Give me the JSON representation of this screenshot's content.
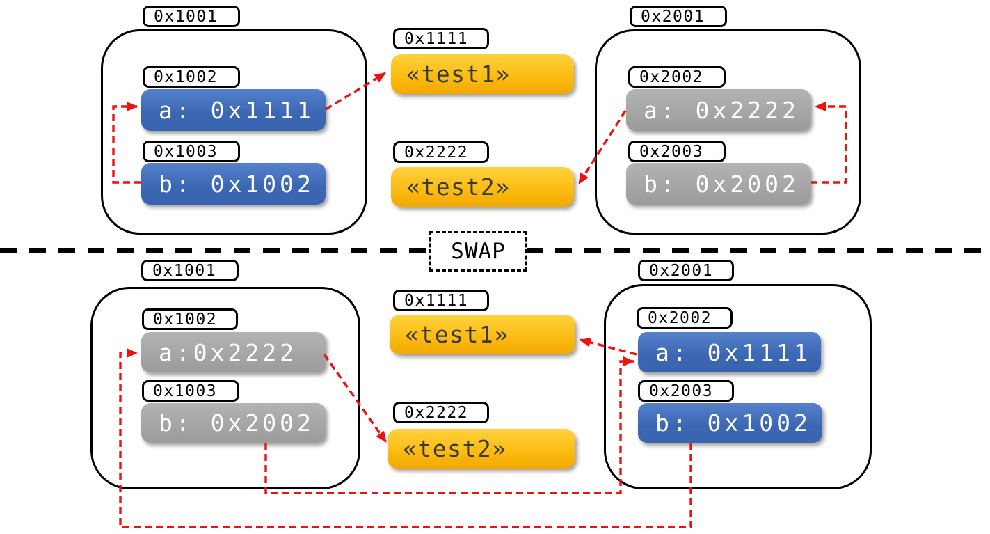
{
  "divider": {
    "label": "SWAP"
  },
  "colors": {
    "blue_box": "#3f6bbb",
    "gray_box": "#a5a5a5",
    "yellow_box": "#fcbc13",
    "arrow_red": "#f01010",
    "outline_black": "#000000"
  },
  "top": {
    "left_tag": "0x1001",
    "left_a_tag": "0x1002",
    "left_a": "a: 0x1111",
    "left_b_tag": "0x1003",
    "left_b": "b: 0x1002",
    "heap1_tag": "0x1111",
    "heap1": "«test1»",
    "heap2_tag": "0x2222",
    "heap2": "«test2»",
    "right_tag": "0x2001",
    "right_a_tag": "0x2002",
    "right_a": "a: 0x2222",
    "right_b_tag": "0x2003",
    "right_b": "b: 0x2002"
  },
  "bottom": {
    "left_tag": "0x1001",
    "left_a_tag": "0x1002",
    "left_a": "a:0x2222",
    "left_b_tag": "0x1003",
    "left_b": "b: 0x2002",
    "heap1_tag": "0x1111",
    "heap1": "«test1»",
    "heap2_tag": "0x2222",
    "heap2": "«test2»",
    "right_tag": "0x2001",
    "right_a_tag": "0x2002",
    "right_a": "a: 0x1111",
    "right_b_tag": "0x2003",
    "right_b": "b: 0x1002"
  },
  "arrows": [
    {
      "id": "top-left-b-to-a",
      "from": "b@0x1003",
      "to": "a@0x1002"
    },
    {
      "id": "top-left-a-to-test1",
      "from": "a@0x1002",
      "to": "heap@0x1111"
    },
    {
      "id": "top-right-b-to-a",
      "from": "b@0x2003",
      "to": "a@0x2002"
    },
    {
      "id": "top-right-a-to-test2",
      "from": "a@0x2002",
      "to": "heap@0x2222"
    },
    {
      "id": "bottom-left-a-to-test2",
      "from": "a@0x1002",
      "to": "heap@0x2222"
    },
    {
      "id": "bottom-right-a-to-test1",
      "from": "a@0x2002",
      "to": "heap@0x1111"
    },
    {
      "id": "bottom-left-b-to-right-a",
      "from": "b@0x1003",
      "to": "a@0x2002"
    },
    {
      "id": "bottom-right-b-to-left-a",
      "from": "b@0x2003",
      "to": "a@0x1002"
    }
  ]
}
